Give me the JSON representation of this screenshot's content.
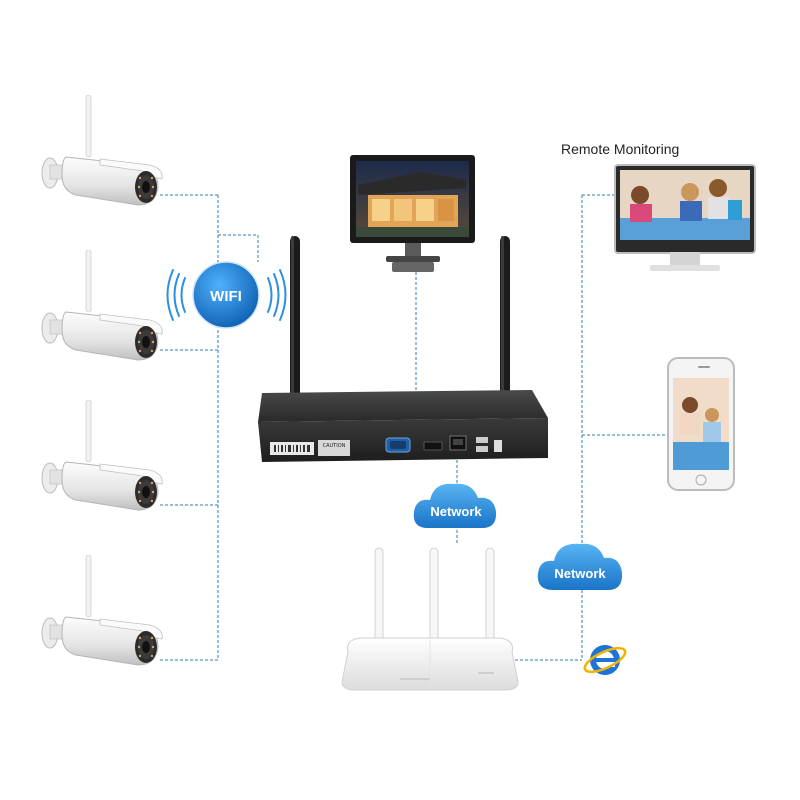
{
  "remote_label": "Remote Monitoring",
  "wifi_badge": "WIFI",
  "cloud_top": "Network",
  "cloud_right": "Network",
  "nvr_caution": "CAUTION",
  "colors": {
    "connector": "#2b7bb8",
    "cloud": "#1f86d8",
    "wifi_blue": "#1d7fd1",
    "nvr_body": "#2a2a2a",
    "antenna": "#1b1b1b"
  },
  "icons": [
    "camera-icon",
    "wifi-icon",
    "monitor-icon",
    "nvr-icon",
    "router-icon",
    "laptop-icon",
    "smartphone-icon",
    "cloud-icon",
    "browser-icon"
  ]
}
